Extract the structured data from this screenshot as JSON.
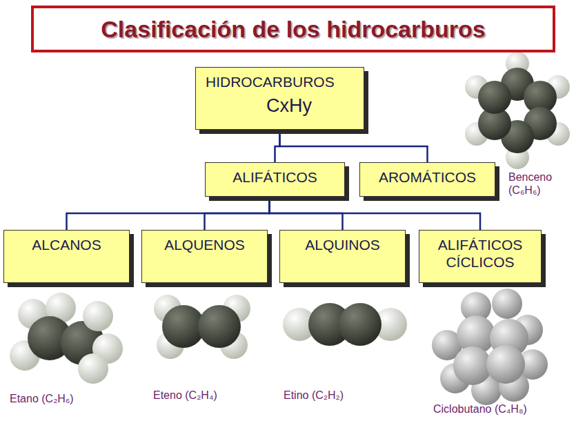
{
  "diagram": {
    "title": "Clasificación de los hidrocarburos",
    "nodes": [
      {
        "text": [
          "HIDROCARBUROS",
          "CxHy"
        ]
      },
      {
        "text": [
          "ALIFÁTICOS"
        ]
      },
      {
        "text": [
          "AROMÁTICOS"
        ]
      },
      {
        "text": [
          "ALCANOS"
        ]
      },
      {
        "text": [
          "ALQUENOS"
        ]
      },
      {
        "text": [
          "ALQUINOS"
        ]
      },
      {
        "text": [
          "ALIFÁTICOS CÍCLICOS"
        ]
      }
    ],
    "edges": [
      {
        "from": 0,
        "to": 1,
        "arrow": "none"
      },
      {
        "from": 0,
        "to": 2,
        "arrow": "none"
      },
      {
        "from": 1,
        "to": 3,
        "arrow": "none"
      },
      {
        "from": 1,
        "to": 4,
        "arrow": "none"
      },
      {
        "from": 1,
        "to": 5,
        "arrow": "none"
      },
      {
        "from": 1,
        "to": 6,
        "arrow": "none"
      }
    ],
    "labels": [
      "Benceno (C₆H₆)",
      "Etano (C₂H₆)",
      "Eteno (C₂H₄)",
      "Etino (C₂H₂)",
      "Ciclobutano (C₄H₈)"
    ]
  }
}
